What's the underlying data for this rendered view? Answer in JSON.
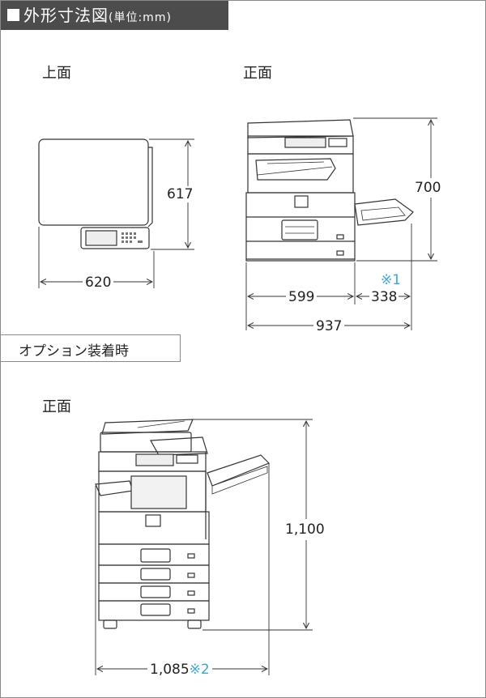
{
  "header": {
    "title": "外形寸法図",
    "unit": "(単位:mm)"
  },
  "views": {
    "top_label": "上面",
    "front_label": "正面",
    "option_label": "オプション装着時",
    "option_front_label": "正面"
  },
  "dimensions": {
    "top_depth": "617",
    "top_width": "620",
    "front_height": "700",
    "front_body_width": "599",
    "front_tray_width": "338",
    "front_total_width": "937",
    "option_height": "1,100",
    "option_width": "1,085"
  },
  "notes": {
    "note1": "※1",
    "note2": "※2"
  },
  "colors": {
    "header_bg": "#4c4c4c",
    "note": "#3aa7dc",
    "line": "#333333"
  }
}
